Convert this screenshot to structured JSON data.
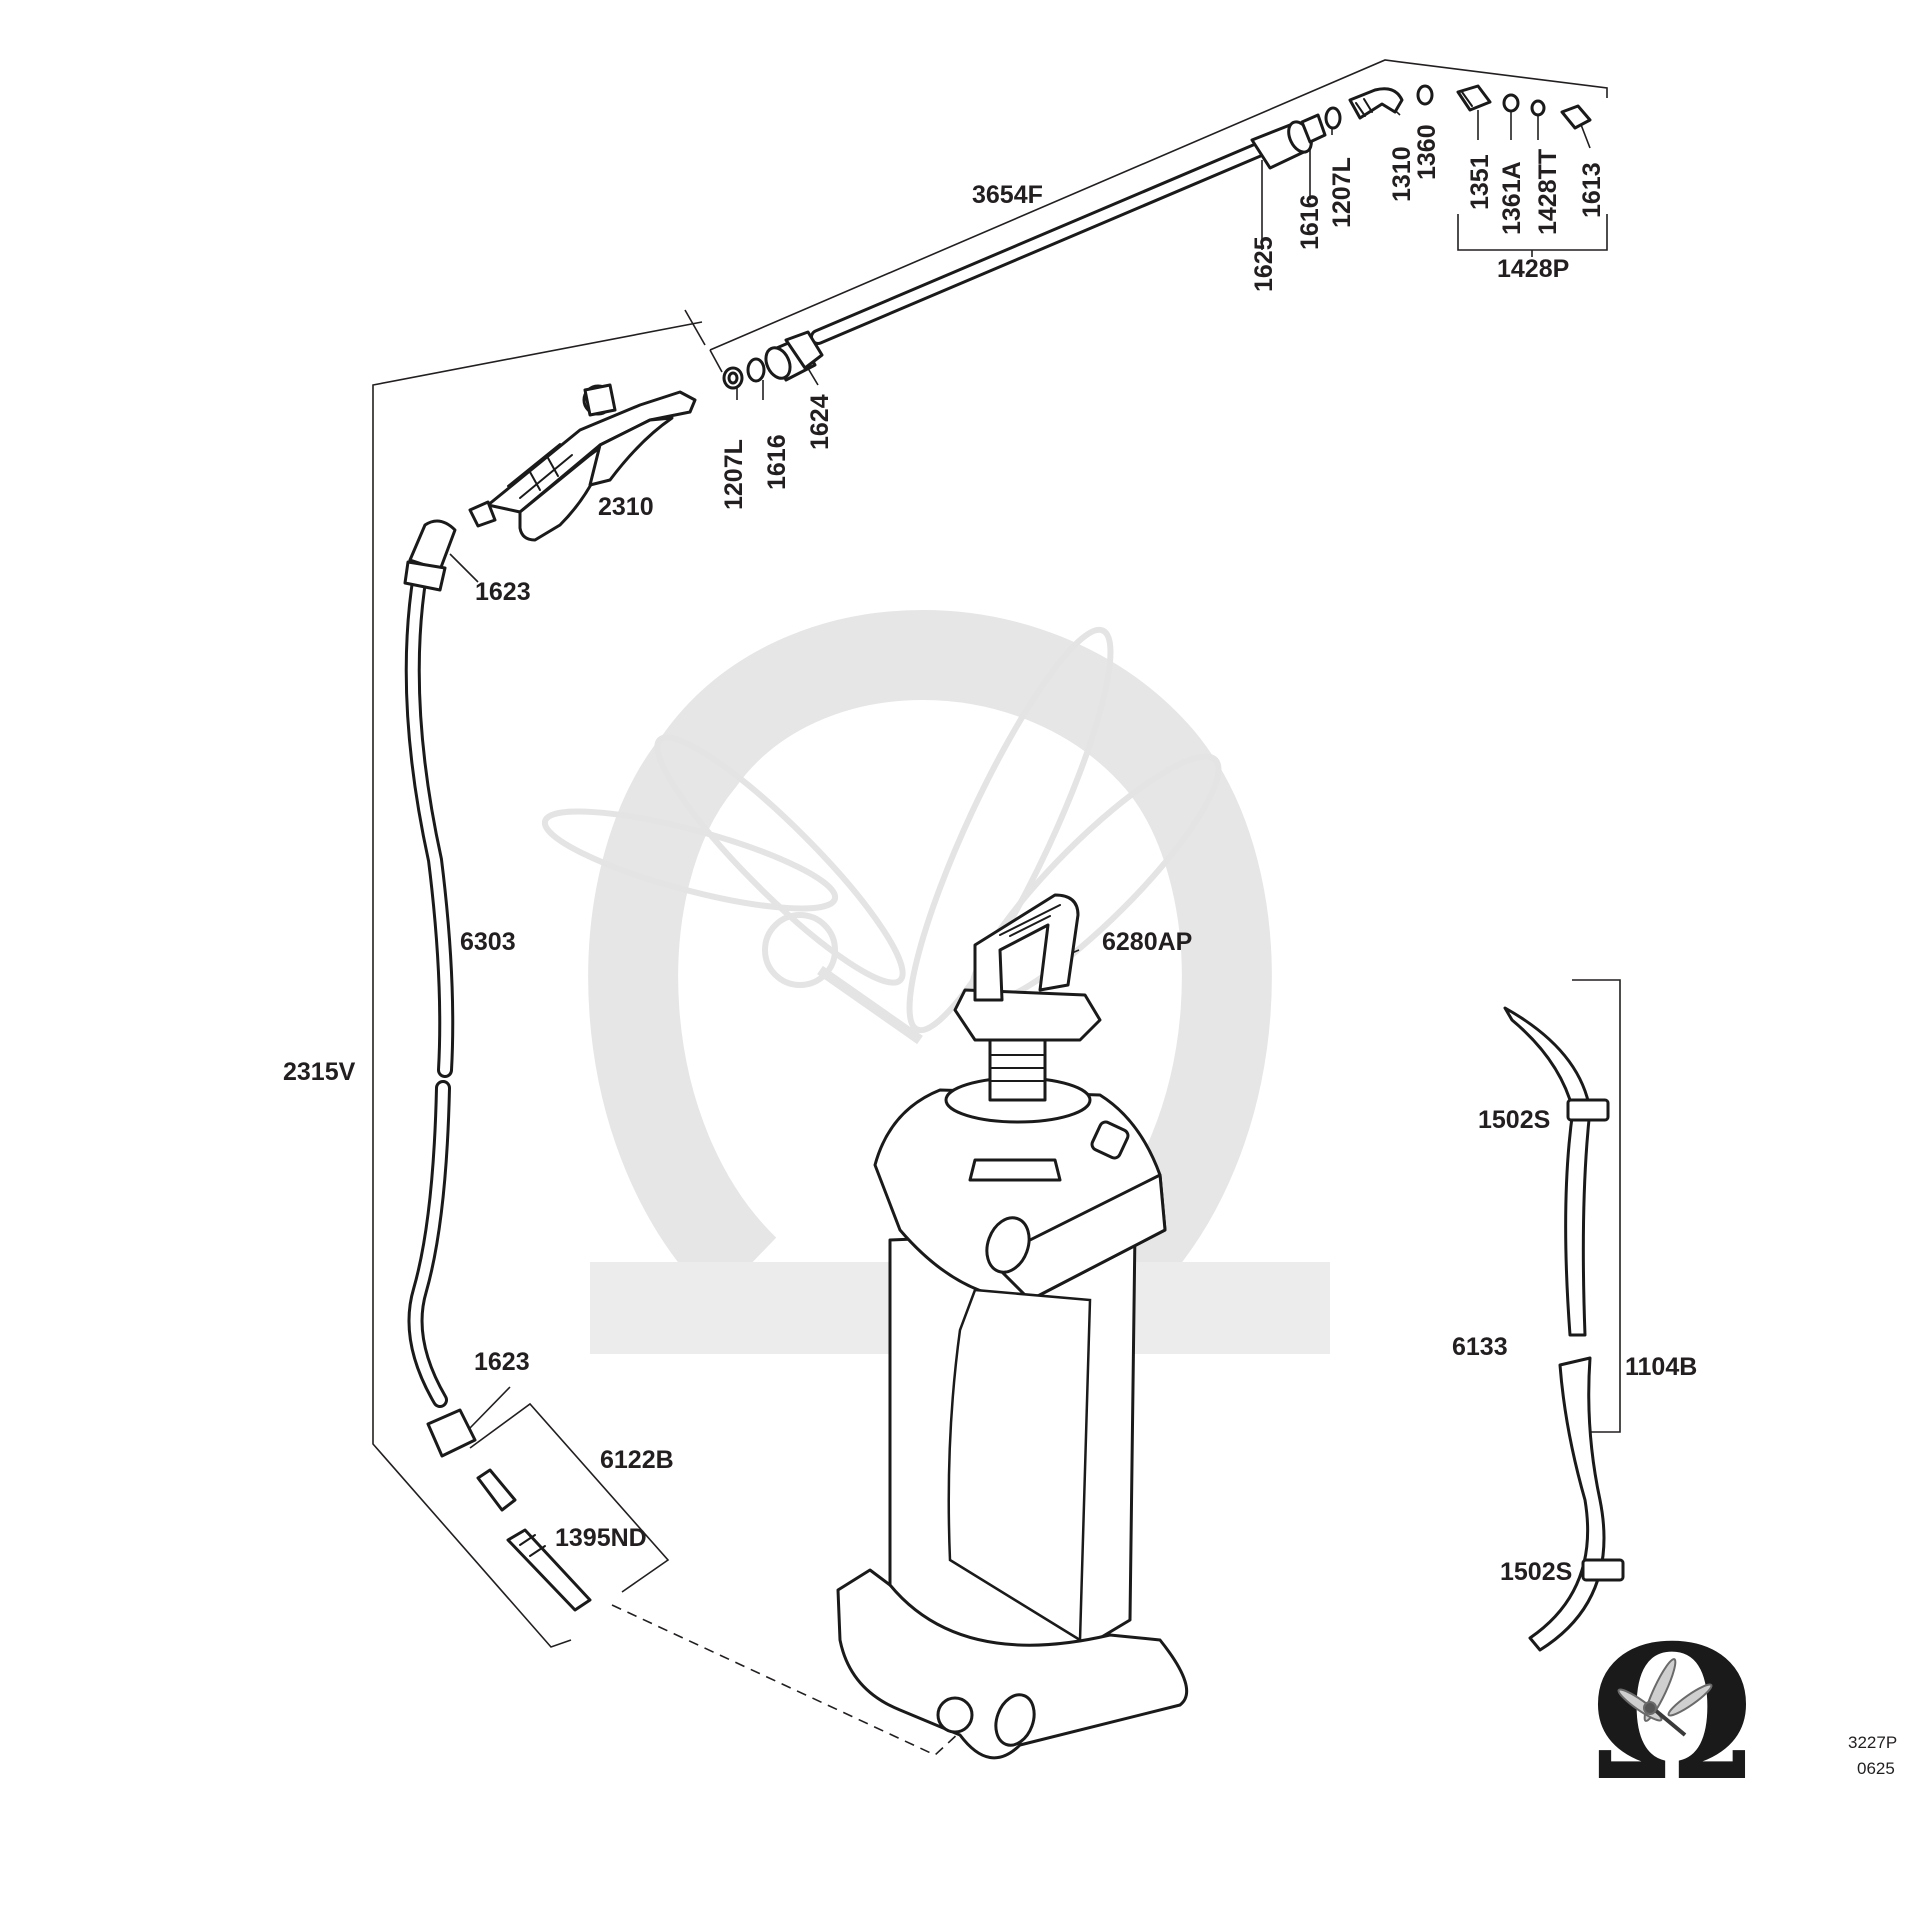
{
  "labels": {
    "lance": "3654F",
    "gun": "2310",
    "hose_nut_top": "1623",
    "hose": "6303",
    "hose_assembly": "2315V",
    "hose_nut_bottom": "1623",
    "connector_kit": "6122B",
    "connector": "1395ND",
    "pump": "6280AP",
    "lance_gasket_left": "1207L",
    "lance_insert_left": "1616",
    "lance_nut_left": "1624",
    "lance_nut_right": "1625",
    "lance_insert_right": "1616",
    "lance_gasket_right": "1207L",
    "elbow": "1310",
    "washer": "1360",
    "nozzle_body": "1351",
    "nozzle_oring": "1361A",
    "nozzle_tip": "1428TT",
    "nozzle_cap": "1613",
    "nozzle_assembly": "1428P",
    "strap_buckle_top": "1502S",
    "strap": "6133",
    "strap_assembly": "1104B",
    "strap_buckle_bottom": "1502S"
  },
  "footer": {
    "drawing_number": "3227P",
    "revision": "0625"
  },
  "logo": {
    "icon": "omega-dragonfly-logo",
    "text": "Ω"
  },
  "colors": {
    "ink": "#231f20",
    "watermark": "#e6e6e6"
  }
}
